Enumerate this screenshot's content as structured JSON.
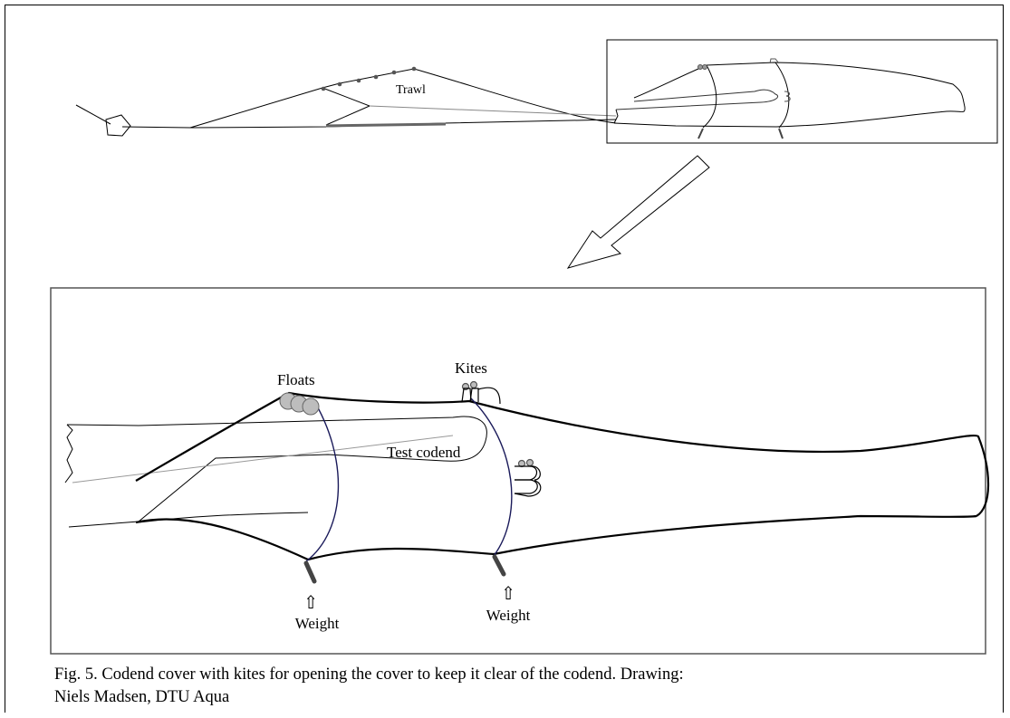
{
  "figure": {
    "labels": {
      "trawl": "Trawl",
      "floats": "Floats",
      "kites": "Kites",
      "test_codend": "Test codend",
      "weight_left": "Weight",
      "weight_right": "Weight",
      "weight_arrow": "⇧"
    },
    "caption": {
      "line1": "Fig. 5. Codend cover with kites for opening the cover to keep it clear of the codend. Drawing:",
      "line2": "Niels Madsen, DTU Aqua"
    },
    "colors": {
      "float_fill": "#bdbdbd",
      "weight": "#444444",
      "line": "#000000",
      "inner_line": "#1a1a5a"
    }
  }
}
